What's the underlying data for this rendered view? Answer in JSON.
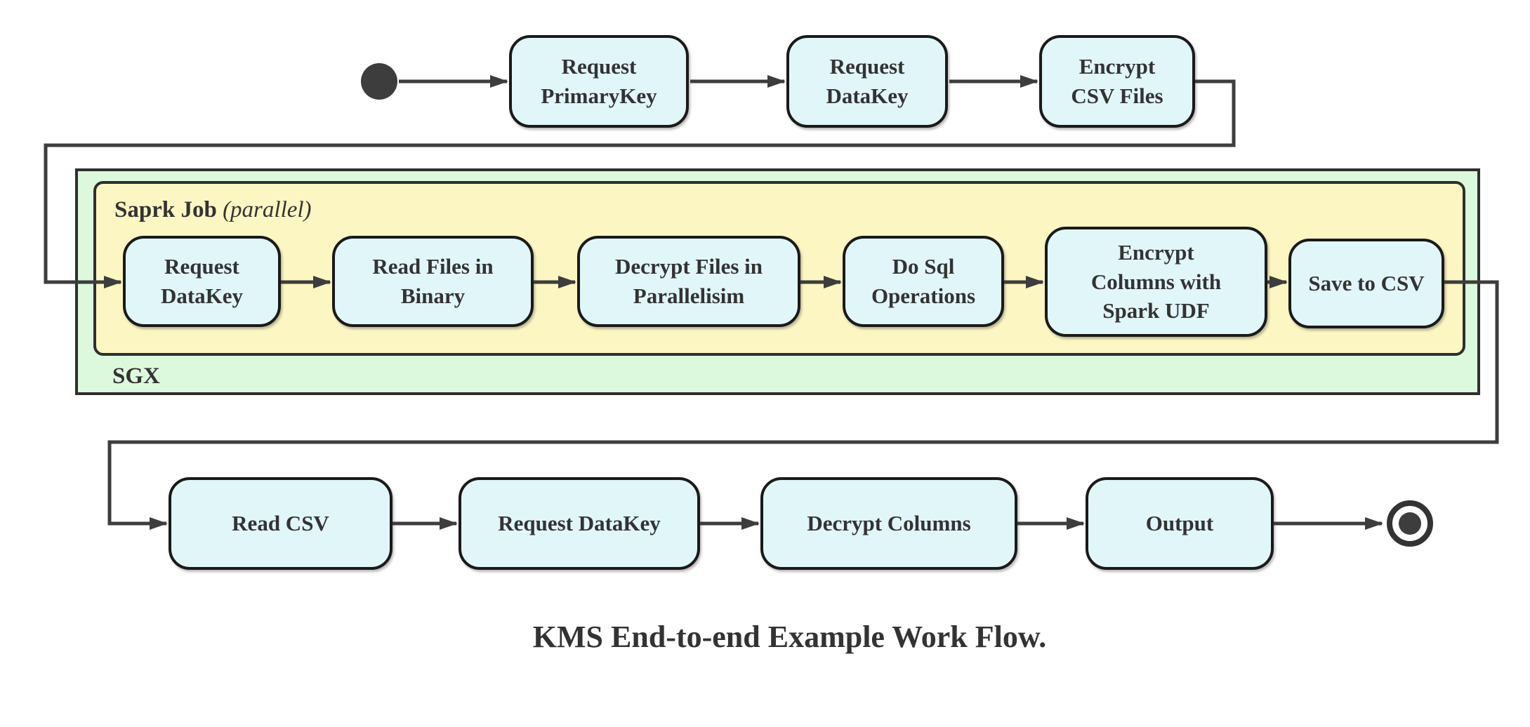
{
  "diagram": {
    "caption": "KMS End-to-end Example Work Flow.",
    "containers": {
      "sgx_label": "SGX",
      "spark_label_bold": "Saprk Job",
      "spark_label_italic": "(parallel)"
    },
    "nodes": {
      "top": [
        {
          "label": "Request PrimaryKey"
        },
        {
          "label": "Request DataKey"
        },
        {
          "label": "Encrypt CSV Files"
        }
      ],
      "spark": [
        {
          "label": "Request DataKey"
        },
        {
          "label": "Read Files in Binary"
        },
        {
          "label": "Decrypt Files in Parallelisim"
        },
        {
          "label": "Do Sql Operations"
        },
        {
          "label": "Encrypt Columns with Spark UDF"
        },
        {
          "label": "Save to CSV"
        }
      ],
      "bottom": [
        {
          "label": "Read CSV"
        },
        {
          "label": "Request DataKey"
        },
        {
          "label": "Decrypt Columns"
        },
        {
          "label": "Output"
        }
      ]
    },
    "colors": {
      "node_fill": "#e1f6f9",
      "node_border": "#1a1a1a",
      "sgx_fill": "#ddf9dd",
      "spark_fill": "#fcf6c3",
      "container_border": "#2f2f2f",
      "line": "#3d3d3d",
      "text": "#333333"
    }
  }
}
